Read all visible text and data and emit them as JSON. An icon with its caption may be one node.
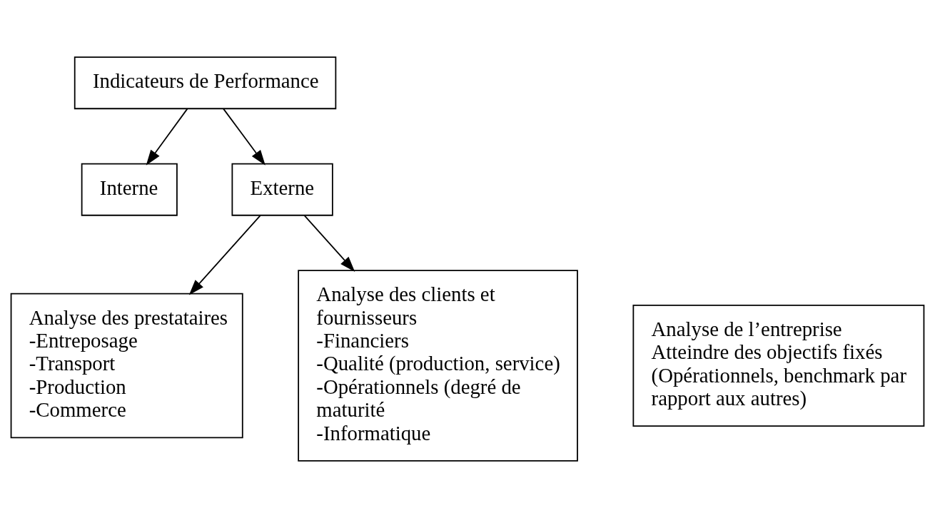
{
  "diagram": {
    "nodes": [
      {
        "text": [
          "Indicateurs de Performance"
        ]
      },
      {
        "text": [
          "Interne"
        ]
      },
      {
        "text": [
          "Externe"
        ]
      },
      {
        "text": [
          "Analyse de l’entreprise",
          "Atteindre des objectifs fixés",
          "(Opérationnels, benchmark par rapport aux autres)"
        ]
      },
      {
        "text": [
          "Analyse des prestataires",
          "-Entreposage",
          "-Transport",
          "-Production",
          "-Commerce"
        ]
      },
      {
        "text": [
          "Analyse des clients et fournisseurs",
          "-Financiers",
          "-Qualité (production, service)",
          "-Opérationnels (degré de maturité",
          "-Informatique"
        ]
      }
    ],
    "edges": [
      {
        "from": 0,
        "to": 1,
        "arrow": "to"
      },
      {
        "from": 0,
        "to": 2,
        "arrow": "to"
      },
      {
        "from": 2,
        "to": 4,
        "arrow": "to"
      },
      {
        "from": 2,
        "to": 5,
        "arrow": "to"
      }
    ]
  }
}
